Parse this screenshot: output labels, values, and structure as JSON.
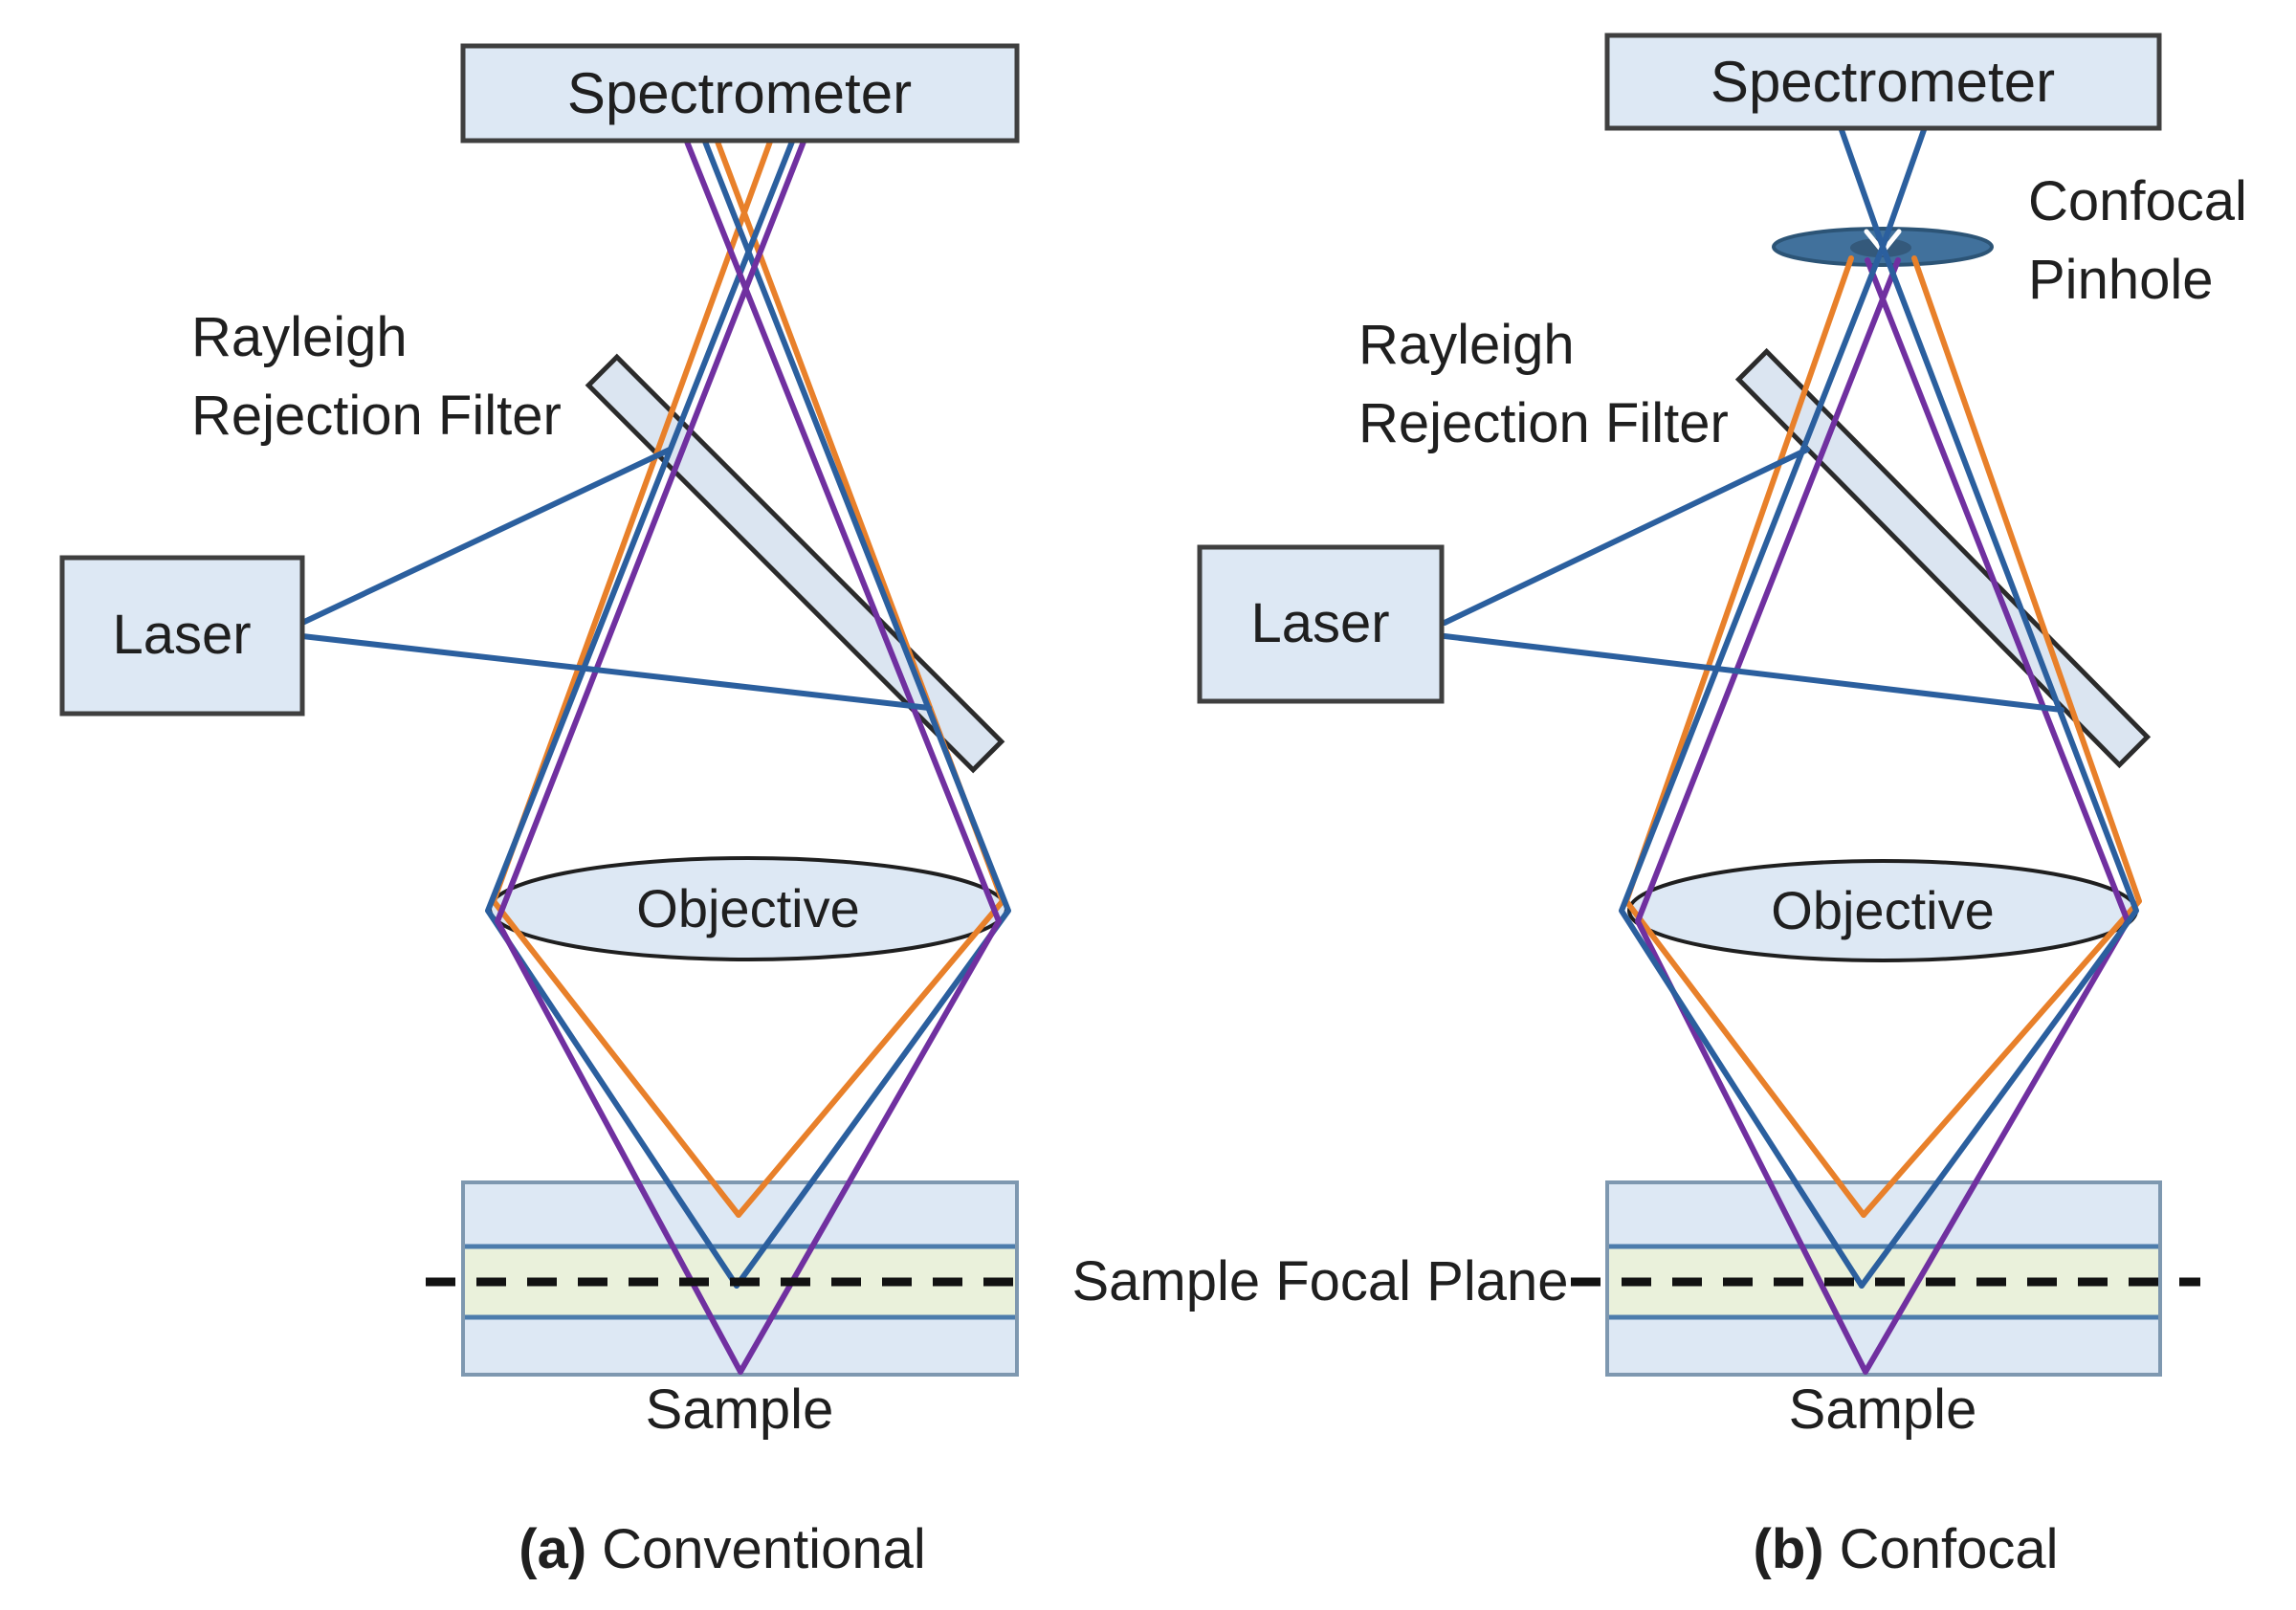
{
  "figure": {
    "middle_label": "Sample Focal Plane",
    "colors": {
      "ray_orange": "#E8802A",
      "ray_blue": "#2B5F9E",
      "ray_purple": "#7030A0",
      "laser_line": "#2B5F9E",
      "box_fill": "#DDE8F4",
      "box_border": "#3F3F3F",
      "filter_fill": "#DBE5F1",
      "sample_border": "#7E98B0",
      "sample_band": "#4C7CAC",
      "sample_green": "#EAF1DB",
      "pinhole_fill": "#41719C",
      "pinhole_border": "#2C5476",
      "pinhole_inner": "#34597B",
      "text_color": "#1F1F1F"
    },
    "left": {
      "spectrometer_label": "Spectrometer",
      "filter_label_line1": "Rayleigh",
      "filter_label_line2": "Rejection Filter",
      "laser_label": "Laser",
      "objective_label": "Objective",
      "sample_label": "Sample",
      "caption_tag": "(a)",
      "caption_name": "Conventional"
    },
    "right": {
      "spectrometer_label": "Spectrometer",
      "pinhole_label_line1": "Confocal",
      "pinhole_label_line2": "Pinhole",
      "filter_label_line1": "Rayleigh",
      "filter_label_line2": "Rejection Filter",
      "laser_label": "Laser",
      "objective_label": "Objective",
      "sample_label": "Sample",
      "caption_tag": "(b)",
      "caption_name": "Confocal"
    }
  }
}
